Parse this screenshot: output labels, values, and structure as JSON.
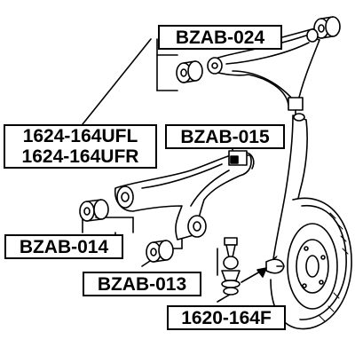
{
  "diagram": {
    "labels": {
      "bzab024": "BZAB-024",
      "upper_arm": [
        "1624-164UFL",
        "1624-164UFR"
      ],
      "bzab015": "BZAB-015",
      "bzab014": "BZAB-014",
      "bzab013": "BZAB-013",
      "ball_joint": "1620-164F"
    }
  }
}
